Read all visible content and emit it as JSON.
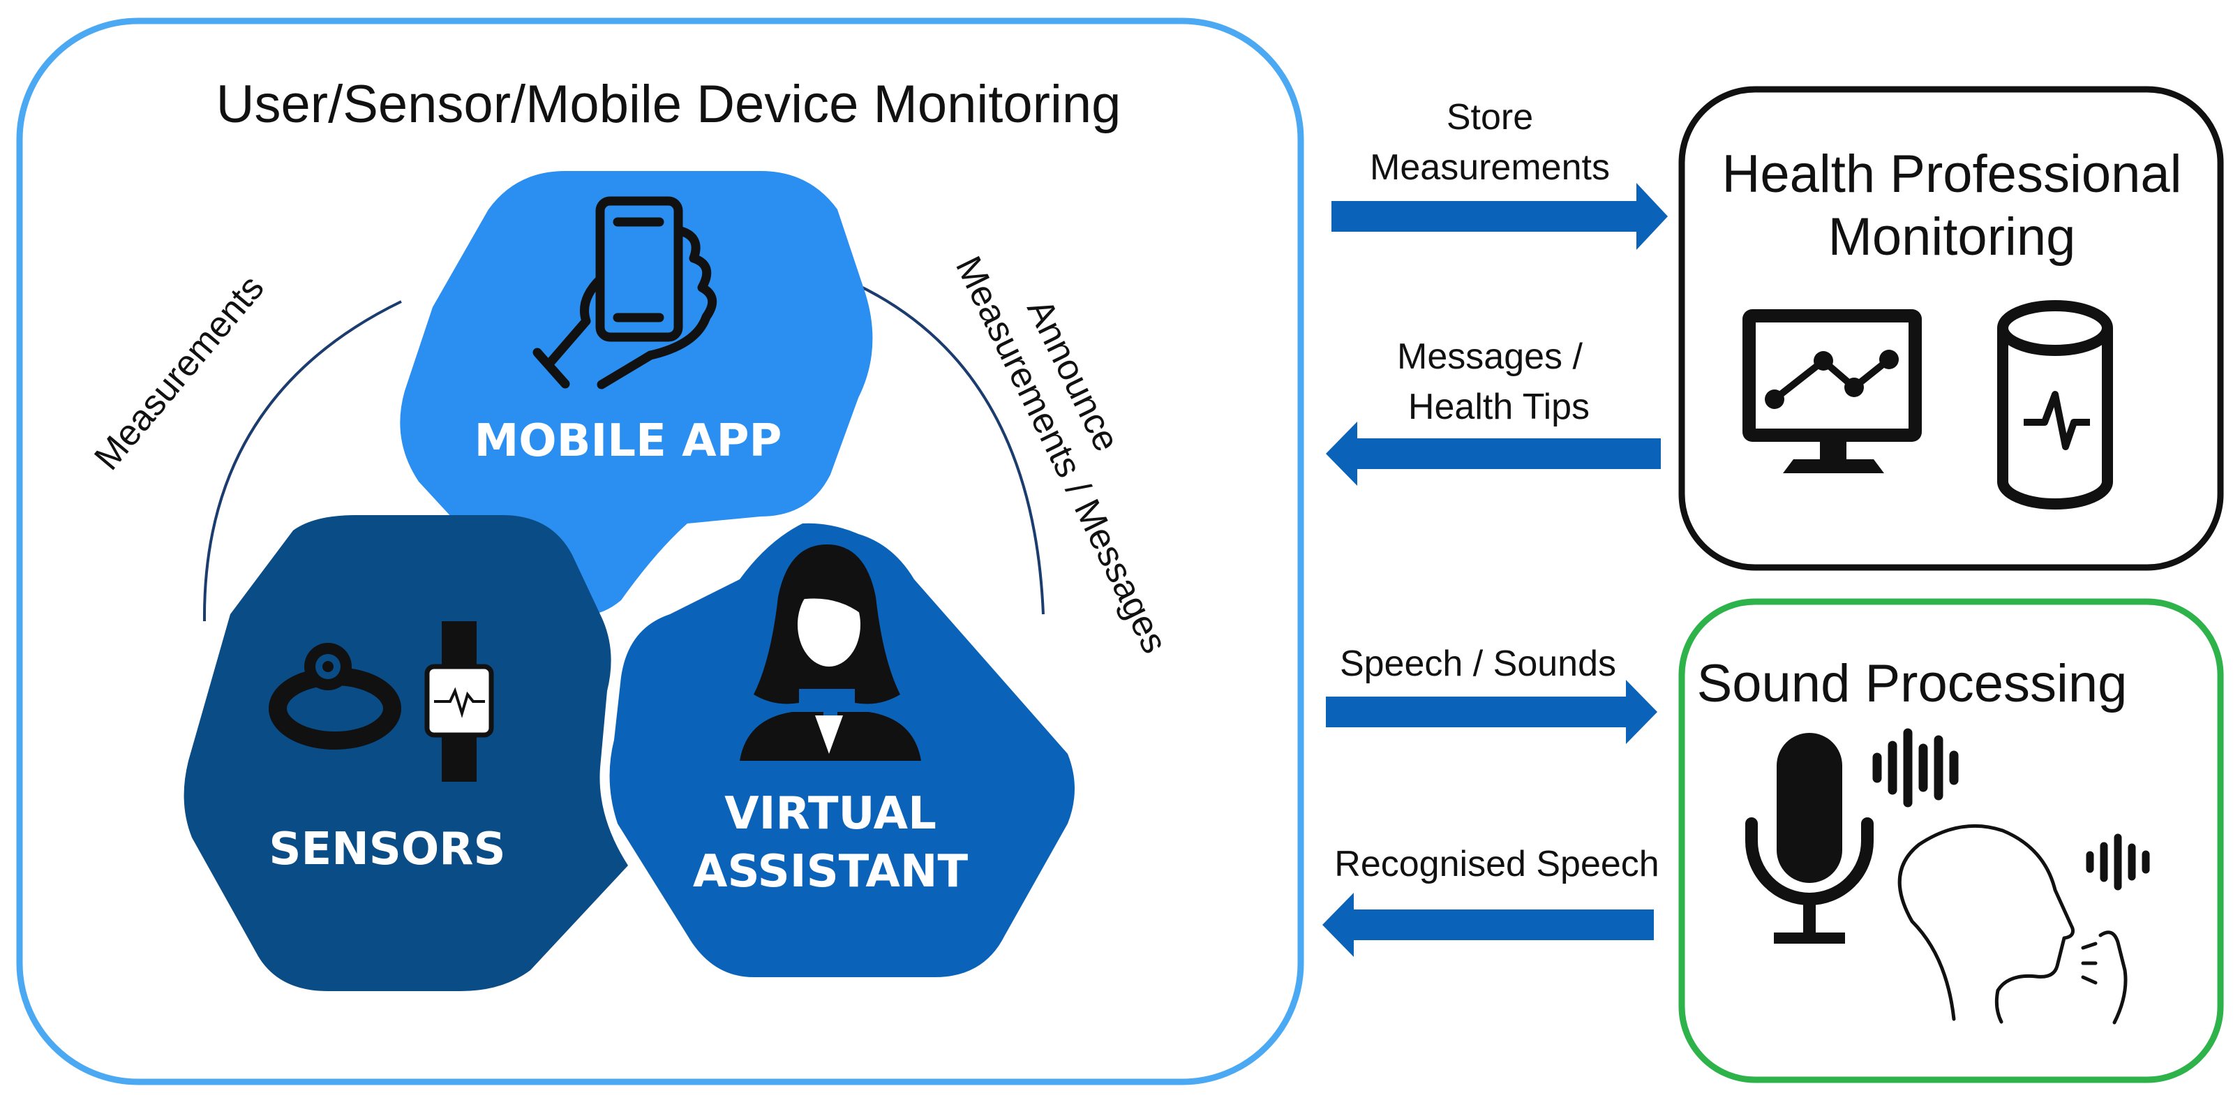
{
  "user_panel": {
    "title": "User/Sensor/Mobile Device Monitoring",
    "mobile_app": {
      "label": "MOBILE APP",
      "color": "#2A8FF0"
    },
    "sensors": {
      "label": "SENSORS",
      "color": "#0A4C86"
    },
    "virtual_assistant": {
      "label_line1": "VIRTUAL",
      "label_line2": "ASSISTANT",
      "color": "#0A63B8"
    },
    "left_connector_label": "Measurements",
    "right_connector_label_line1": "Announce",
    "right_connector_label_line2": "Measurements / Messages",
    "border_color": "#4AA9F2"
  },
  "health_panel": {
    "title_line1": "Health Professional",
    "title_line2": "Monitoring",
    "border_color": "#111111"
  },
  "sound_panel": {
    "title": "Sound Processing",
    "border_color": "#2EB24A"
  },
  "arrows": {
    "store_line1": "Store",
    "store_line2": "Measurements",
    "messages_line1": "Messages /",
    "messages_line2": "Health Tips",
    "speech": "Speech / Sounds",
    "recognised": "Recognised Speech",
    "color": "#0A63B8"
  }
}
